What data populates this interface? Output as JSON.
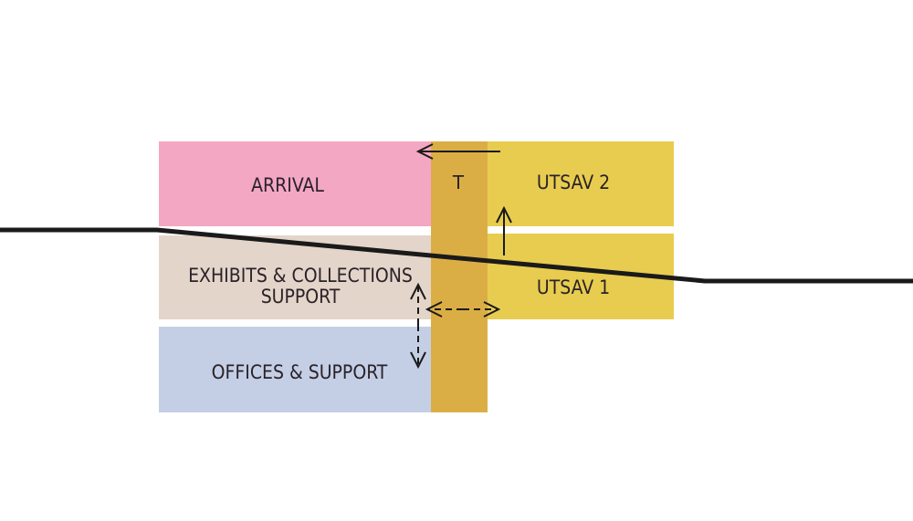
{
  "blocks": {
    "arrival": {
      "label": "ARRIVAL",
      "color": "#f4a7c3"
    },
    "exhibits": {
      "line1": "EXHIBITS & COLLECTIONS",
      "line2": "SUPPORT",
      "color": "#e3d5c9"
    },
    "offices": {
      "label": "OFFICES & SUPPORT",
      "color": "#c4cfe6"
    },
    "utsav_2": {
      "label": "UTSAV 2",
      "color": "#e8cc4f"
    },
    "utsav_1": {
      "label": "UTSAV 1",
      "color": "#e8cc4f"
    },
    "core": {
      "label": "T",
      "color": "#dbae45"
    }
  },
  "colors": {
    "ground_line": "#1a1a1a",
    "arrows": "#1a1a1a",
    "text": "#2a2228"
  }
}
